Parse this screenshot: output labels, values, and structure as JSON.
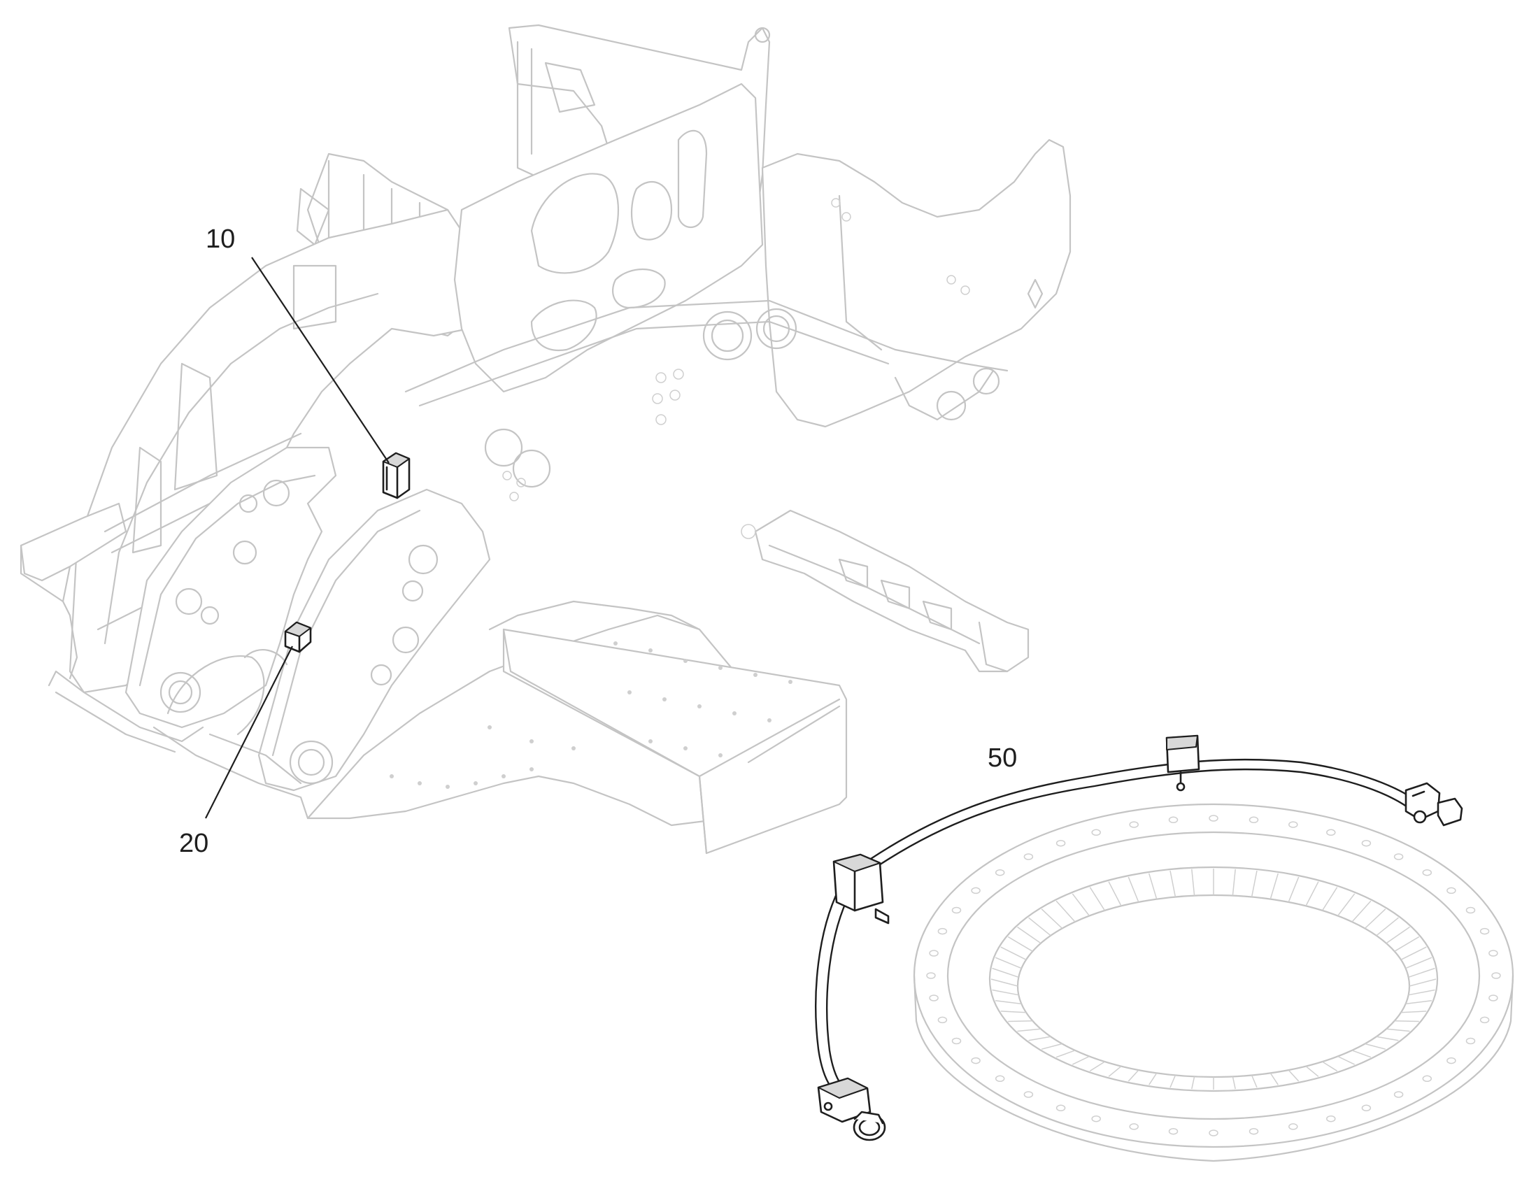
{
  "callouts": {
    "item_10": "10",
    "item_20": "20",
    "item_50": "50"
  },
  "colors": {
    "background": "#ffffff",
    "ghosted_structure": "#c4c4c4",
    "highlighted_part": "#1e1e1e"
  },
  "parts": [
    {
      "id": "item_10",
      "icon": "pad-block-icon"
    },
    {
      "id": "item_20",
      "icon": "pad-block-icon"
    },
    {
      "id": "item_50",
      "icon": "hose-line-icon"
    }
  ]
}
